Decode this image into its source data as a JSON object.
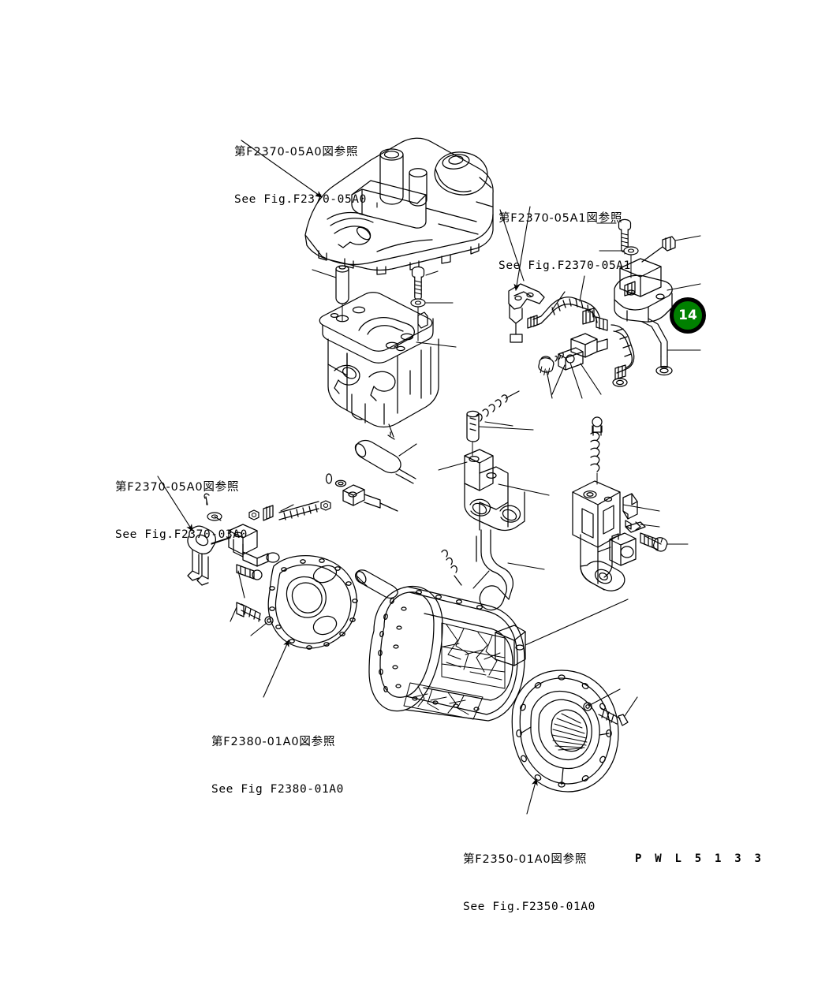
{
  "document": {
    "drawing_number": "P W L 5 1 3 3",
    "background_color": "#ffffff",
    "line_color": "#000000"
  },
  "references": {
    "top_left": {
      "jp": "第F2370-05A0図参照",
      "en": "See Fig.F2370-05A0"
    },
    "top_right": {
      "jp": "第F2370-05A1図参照",
      "en": "See Fig.F2370-05A1"
    },
    "mid_left": {
      "jp": "第F2370-05A0図参照",
      "en": "See Fig.F2370-03A0"
    },
    "lower_left": {
      "jp": "第F2380-01A0図参照",
      "en": "See Fig F2380-01A0"
    },
    "bottom": {
      "jp": "第F2350-01A0図参照",
      "en": "See Fig.F2350-01A0"
    }
  },
  "callouts": [
    {
      "number": "14",
      "fill_color": "#008000",
      "text_color": "#ffffff",
      "ring_color": "#000000"
    }
  ]
}
